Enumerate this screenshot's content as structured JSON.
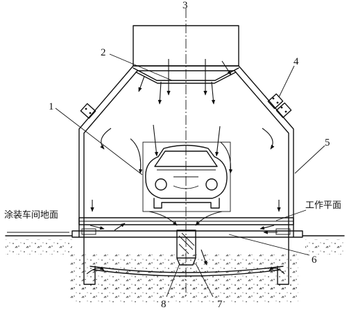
{
  "callouts": {
    "n1": "1",
    "n2": "2",
    "n3": "3",
    "n4": "4",
    "n5": "5",
    "n6": "6",
    "n7": "7",
    "n8": "8"
  },
  "texts": {
    "workshop_floor": "涂装车间地面",
    "work_platform": "工作平面"
  }
}
